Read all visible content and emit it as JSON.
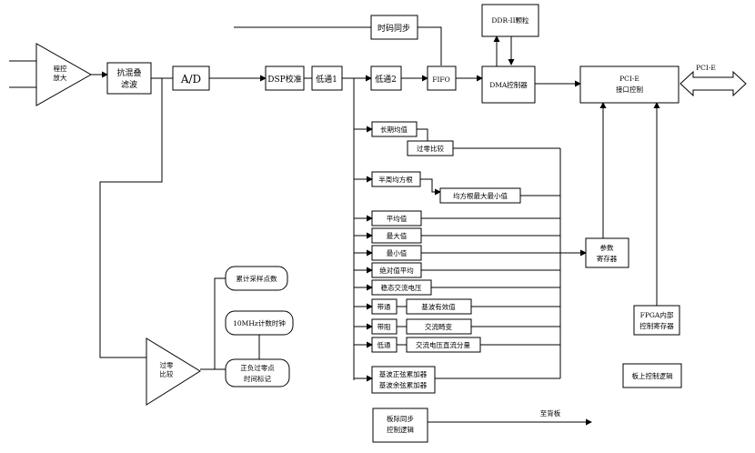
{
  "amp_label": [
    "程控",
    "放大"
  ],
  "antialias_label": [
    "抗混叠",
    "滤波"
  ],
  "adc_label": "A/D",
  "dsp_label": "DSP校准",
  "lowpass1_label": "低通1",
  "lowpass2_label": "低通2",
  "timecode_label": "时码同步",
  "fifo_label": "FIFO",
  "ddr_label": "DDR-II颗粒",
  "dma_label": "DMA控制器",
  "pcie_label": [
    "PCI-E",
    "接口控制"
  ],
  "pcie_arrow_label": "PCI-E",
  "long_mean_label": "长期均值",
  "zero_cross_label": "过零比较",
  "half_rms_label": "半周均方根",
  "rms_maxmin_label": "均方根最大最小值",
  "mean_label": "平均值",
  "max_label": "最大值",
  "min_label": "最小值",
  "abs_mean_label": "绝对值平均",
  "steady_ac_label": "稳态交流电压",
  "bandpass_label": "带通",
  "fundamental_label": "基波有效值",
  "bandstop_label": "带阻",
  "ac_transient_label": "交流畸变",
  "lowpass_label": "低通",
  "dc_component_label": "交流电压直流分量",
  "sincos_label": [
    "基波正弦累加器",
    "基波余弦累加器"
  ],
  "param_reg_label": [
    "参数",
    "寄存器"
  ],
  "fpga_reg_label": [
    "FPGA内部",
    "控制寄存器"
  ],
  "board_logic_label": "板上控制逻辑",
  "sample_count_label": "累计采样点数",
  "counter_label": "10MHz计数时钟",
  "zero_mark_label": [
    "正负过零点",
    "时间标记"
  ],
  "zero_comp_label": [
    "过零",
    "比较"
  ],
  "sync_logic_label": [
    "板际同步",
    "控制逻辑"
  ],
  "backplane_label": "至背板"
}
